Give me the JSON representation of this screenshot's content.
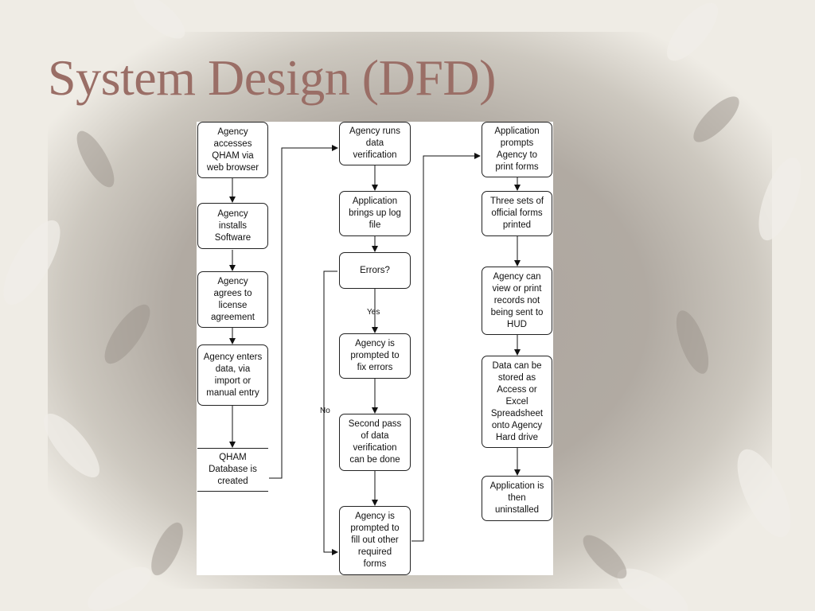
{
  "slide": {
    "title": "System Design (DFD)"
  },
  "diagram": {
    "nodes": {
      "n1": "Agency\naccesses\nQHAM via\nweb browser",
      "n2": "Agency\ninstalls\nSoftware",
      "n3": "Agency\nagrees to\nlicense\nagreement",
      "n4": "Agency enters\ndata, via\nimport or\nmanual entry",
      "n5": "QHAM\nDatabase is\ncreated",
      "n6": "Agency runs\ndata\nverification",
      "n7": "Application\nbrings up log\nfile",
      "n8": "Errors?",
      "n9": "Agency is\nprompted to\nfix errors",
      "n10": "Second pass\nof data\nverification\ncan be done",
      "n11": "Agency is\nprompted to\nfill out other\nrequired\nforms",
      "n12": "Application\nprompts\nAgency to\nprint forms",
      "n13": "Three sets of\nofficial forms\nprinted",
      "n14": "Agency can\nview or print\nrecords not\nbeing sent to\nHUD",
      "n15": "Data can be\nstored as\nAccess or\nExcel\nSpreadsheet\nonto Agency\nHard drive",
      "n16": "Application is\nthen\nuninstalled"
    },
    "edge_labels": {
      "yes": "Yes",
      "no": "No"
    }
  }
}
